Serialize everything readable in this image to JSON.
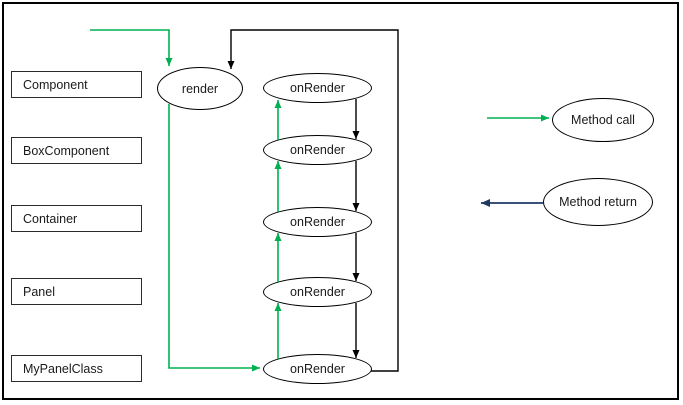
{
  "colors": {
    "method_call_green": "#00B050",
    "method_return_navy": "#1F3864",
    "line_black": "#000000"
  },
  "diagram": {
    "class_boxes": [
      "Component",
      "BoxComponent",
      "Container",
      "Panel",
      "MyPanelClass"
    ],
    "render_label": "render",
    "onrender_labels": [
      "onRender",
      "onRender",
      "onRender",
      "onRender",
      "onRender"
    ],
    "legend": {
      "call": "Method call",
      "return": "Method return"
    }
  }
}
